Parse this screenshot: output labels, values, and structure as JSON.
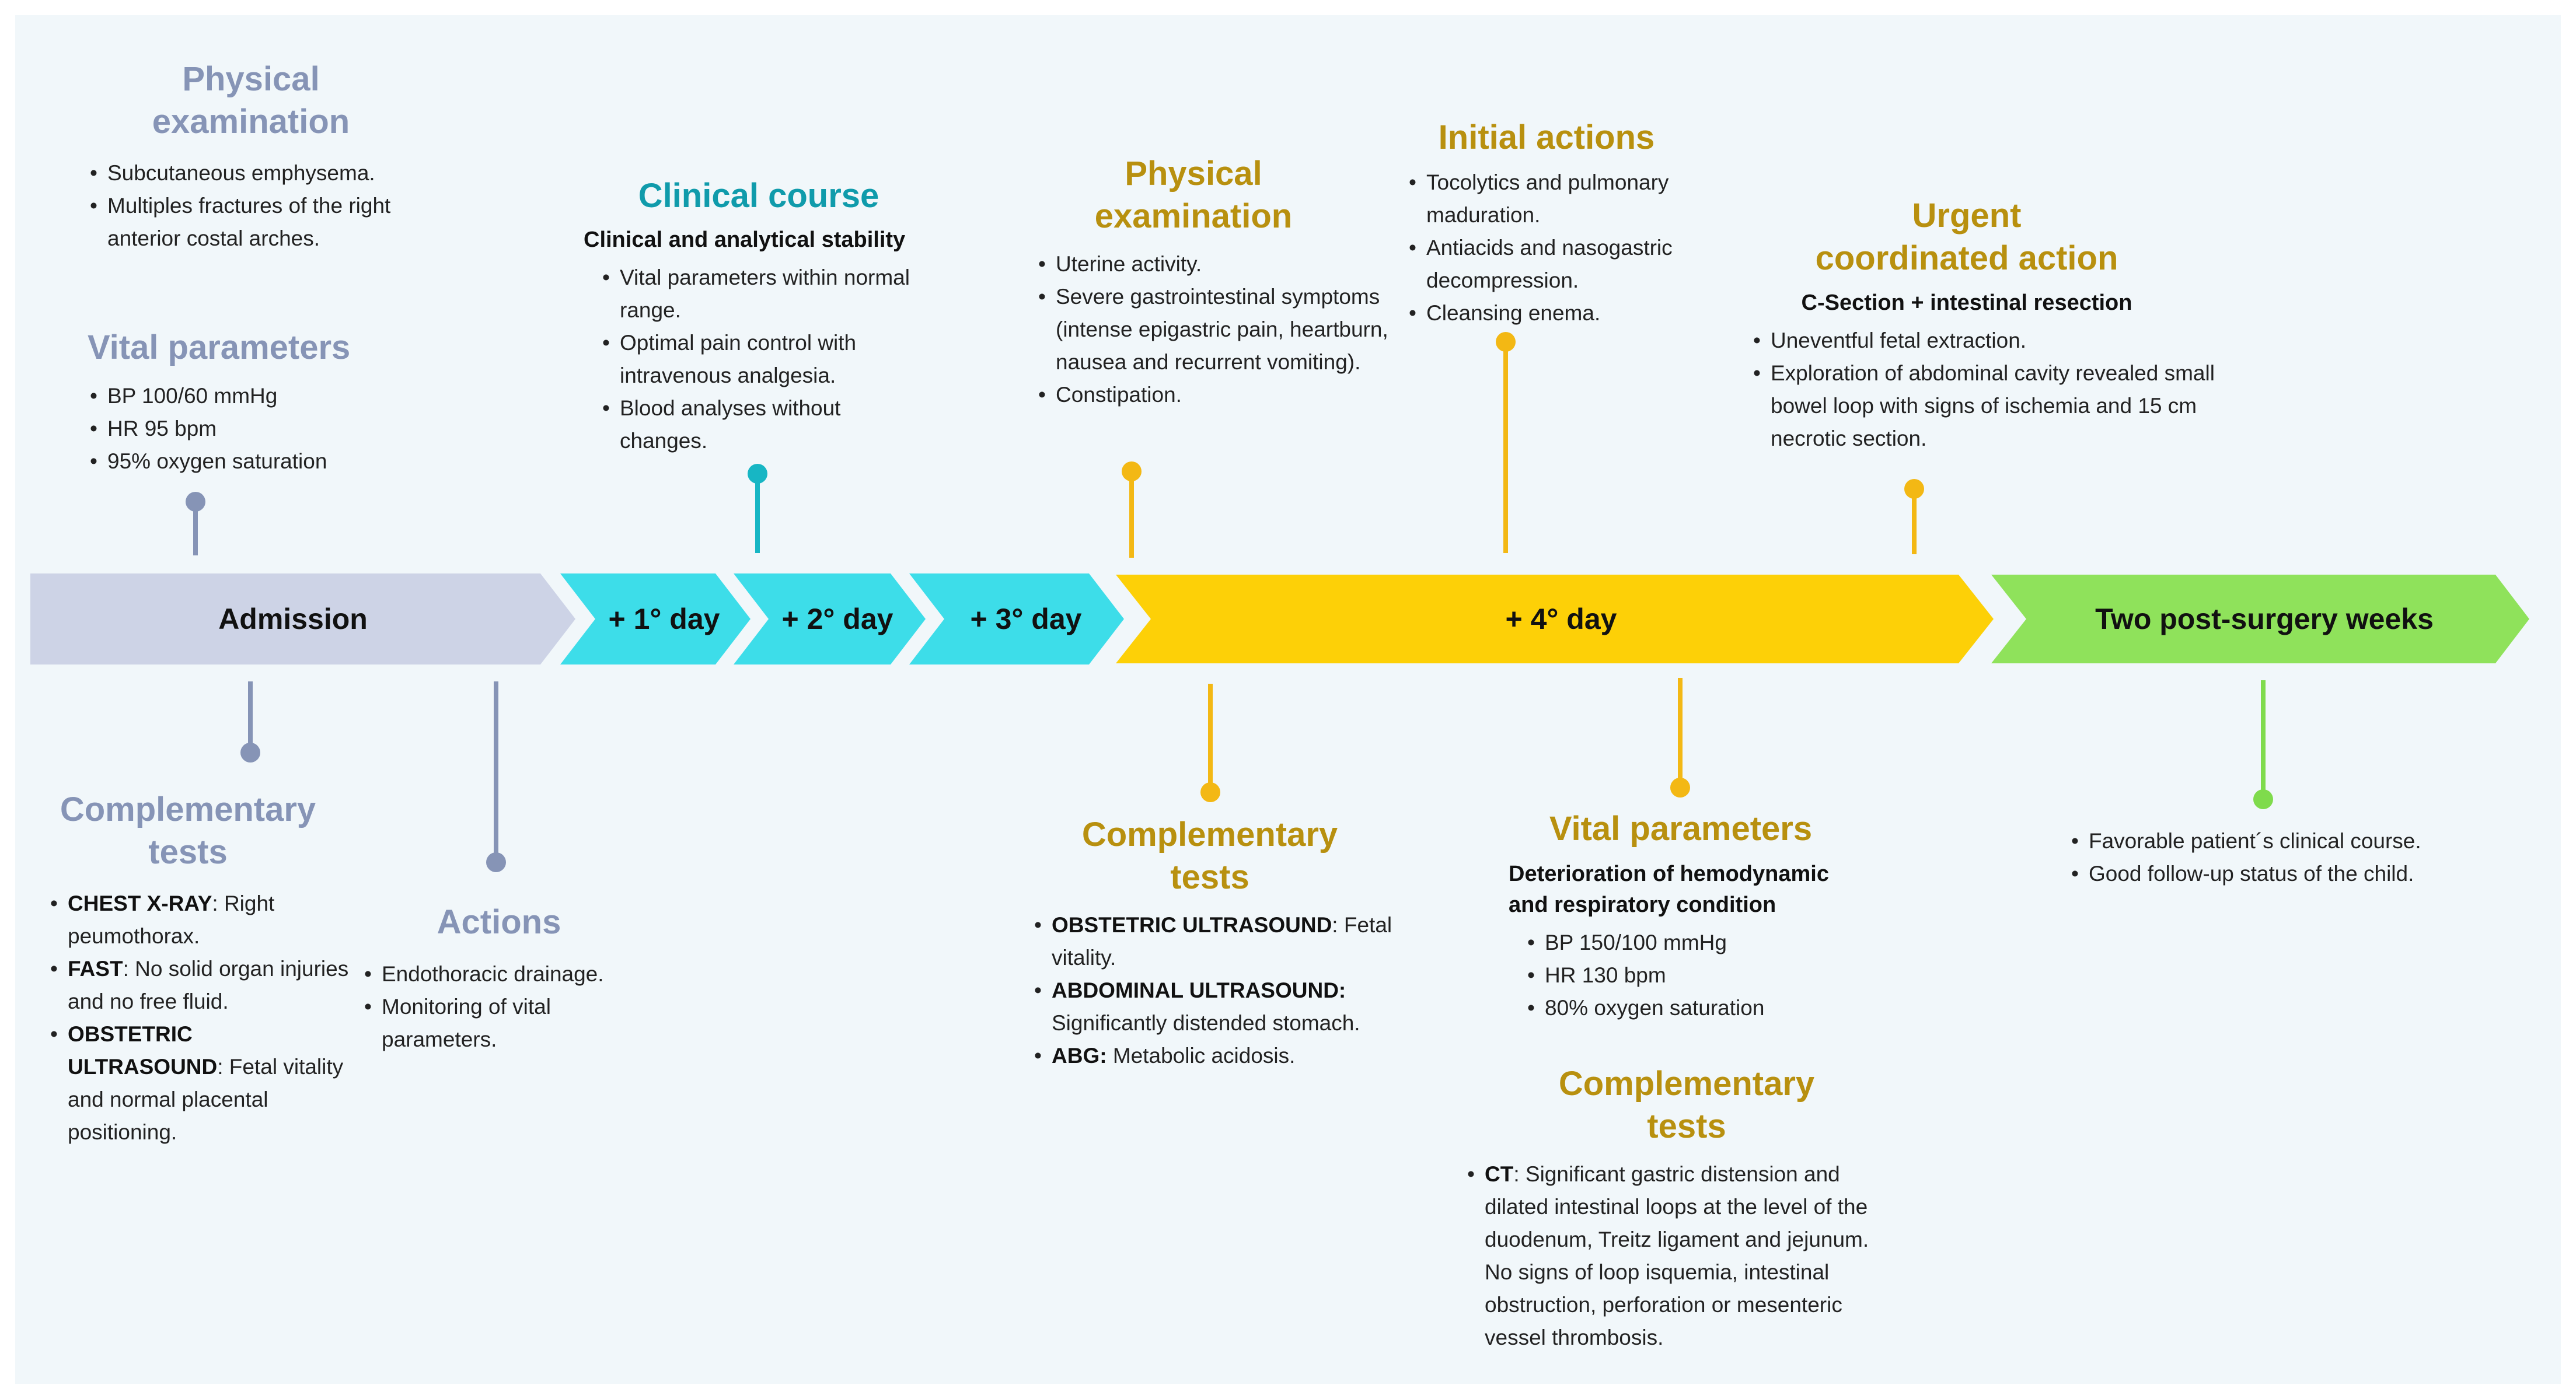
{
  "colors": {
    "gray": "#8694b6",
    "lightgray": "#cdd3e6",
    "cyan": "#3ddde9",
    "teal": "#109bab",
    "yellow": "#fdd007",
    "gold": "#b8900f",
    "pin_yellow": "#f3b814",
    "green": "#8fe25b",
    "green_pin": "#7fdb4c"
  },
  "stages": {
    "admission": "Admission",
    "day1": "+ 1° day",
    "day2": "+ 2° day",
    "day3": "+ 3° day",
    "day4": "+ 4° day",
    "post": "Two post-surgery weeks"
  },
  "blocks": {
    "phys1": {
      "heading": "Physical\nexamination",
      "items": [
        "Subcutaneous emphysema.",
        "Multiples fractures of the right anterior costal arches."
      ]
    },
    "vital1": {
      "heading": "Vital parameters",
      "items": [
        "BP 100/60 mmHg",
        "HR 95 bpm",
        "95% oxygen saturation"
      ]
    },
    "comp1": {
      "heading": "Complementary\ntests",
      "items": [
        {
          "bold": "CHEST X-RAY",
          "text": ": Right peumothorax."
        },
        {
          "bold": "FAST",
          "text": ": No solid organ injuries and no free fluid."
        },
        {
          "bold": "OBSTETRIC ULTRASOUND",
          "text": ": Fetal vitality and normal placental positioning."
        }
      ]
    },
    "actions1": {
      "heading": "Actions",
      "items": [
        "Endothoracic drainage.",
        "Monitoring of vital parameters."
      ]
    },
    "clinical": {
      "heading": "Clinical course",
      "subhead": "Clinical and analytical stability",
      "items": [
        "Vital parameters within normal range.",
        "Optimal pain control with intravenous analgesia.",
        "Blood analyses without changes."
      ]
    },
    "phys2": {
      "heading": "Physical\nexamination",
      "items": [
        "Uterine activity.",
        "Severe gastrointestinal symptoms (intense epigastric pain, heartburn, nausea and recurrent vomiting).",
        "Constipation."
      ]
    },
    "initial": {
      "heading": "Initial actions",
      "items": [
        "Tocolytics and pulmonary maduration.",
        "Antiacids and nasogastric decompression.",
        "Cleansing enema."
      ]
    },
    "urgent": {
      "heading": "Urgent\ncoordinated action",
      "subhead": "C-Section + intestinal resection",
      "items": [
        "Uneventful fetal extraction.",
        "Exploration of abdominal cavity revealed small bowel loop with signs of ischemia and 15 cm necrotic section."
      ]
    },
    "comp2": {
      "heading": "Complementary\ntests",
      "items": [
        {
          "bold": "OBSTETRIC ULTRASOUND",
          "text": ": Fetal vitality."
        },
        {
          "bold": "ABDOMINAL ULTRASOUND:",
          "text": " Significantly distended stomach."
        },
        {
          "bold": "ABG:",
          "text": " Metabolic acidosis."
        }
      ]
    },
    "vital2": {
      "heading": "Vital parameters",
      "subhead": "Deterioration of hemodynamic and respiratory condition",
      "items": [
        "BP 150/100 mmHg",
        "HR 130 bpm",
        "80% oxygen saturation"
      ]
    },
    "comp3": {
      "heading": "Complementary\ntests",
      "items": [
        {
          "bold": "CT",
          "text": ": Significant gastric distension and dilated intestinal loops at the level of the duodenum, Treitz ligament and jejunum. No signs of loop isquemia, intestinal obstruction, perforation or mesenteric vessel thrombosis."
        }
      ]
    },
    "post": {
      "items": [
        "Favorable patient´s clinical course.",
        "Good follow-up status of the child."
      ]
    }
  }
}
